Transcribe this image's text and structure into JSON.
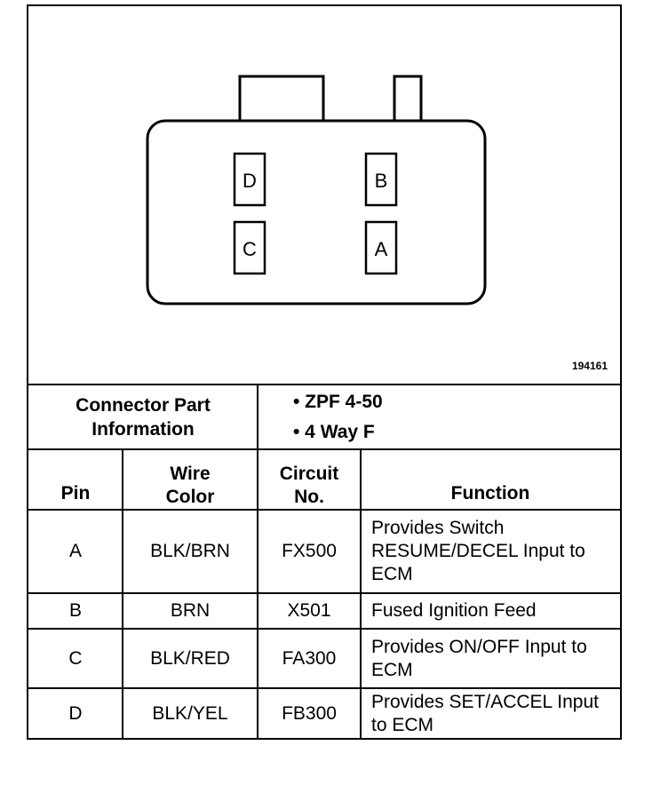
{
  "figure_id": "194161",
  "connector": {
    "pins_left": [
      "D",
      "C"
    ],
    "pins_right": [
      "B",
      "A"
    ]
  },
  "part_info": {
    "label": "Connector Part Information",
    "items": [
      "• ZPF 4-50",
      "• 4 Way F"
    ]
  },
  "table": {
    "headers": {
      "pin": "Pin",
      "wire_color": "Wire Color",
      "circuit": "Circuit No.",
      "function": "Function"
    },
    "rows": [
      {
        "pin": "A",
        "wire_color": "BLK/BRN",
        "circuit": "FX500",
        "function": "Provides Switch RESUME/DECEL Input to ECM"
      },
      {
        "pin": "B",
        "wire_color": "BRN",
        "circuit": "X501",
        "function": "Fused Ignition Feed"
      },
      {
        "pin": "C",
        "wire_color": "BLK/RED",
        "circuit": "FA300",
        "function": "Provides ON/OFF Input to ECM"
      },
      {
        "pin": "D",
        "wire_color": "BLK/YEL",
        "circuit": "FB300",
        "function": "Provides SET/ACCEL Input to ECM"
      }
    ]
  }
}
